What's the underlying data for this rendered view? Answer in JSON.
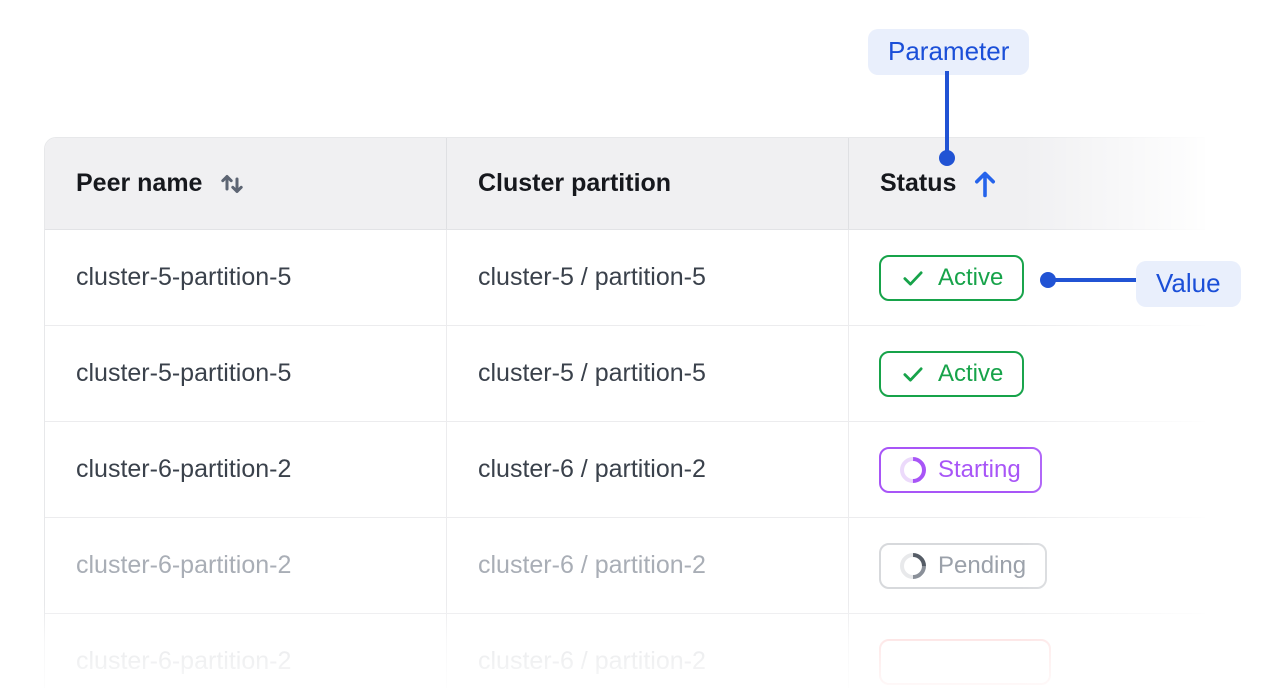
{
  "annotations": {
    "parameter_label": "Parameter",
    "value_label": "Value",
    "accent_color": "#2153d4",
    "pill_bg": "#e9effc",
    "pill_text_color": "#1b4fd8"
  },
  "table": {
    "columns": [
      {
        "label": "Peer name",
        "sortable": true,
        "sort_state": "none"
      },
      {
        "label": "Cluster partition",
        "sortable": false
      },
      {
        "label": "Status",
        "sortable": true,
        "sort_state": "ascending"
      }
    ],
    "rows": [
      {
        "peer_name": "cluster-5-partition-5",
        "cluster_partition": "cluster-5 / partition-5",
        "status": "Active",
        "status_kind": "active"
      },
      {
        "peer_name": "cluster-5-partition-5",
        "cluster_partition": "cluster-5 / partition-5",
        "status": "Active",
        "status_kind": "active"
      },
      {
        "peer_name": "cluster-6-partition-2",
        "cluster_partition": "cluster-6 / partition-2",
        "status": "Starting",
        "status_kind": "starting"
      },
      {
        "peer_name": "cluster-6-partition-2",
        "cluster_partition": "cluster-6 / partition-2",
        "status": "Pending",
        "status_kind": "pending"
      },
      {
        "peer_name": "cluster-6-partition-2",
        "cluster_partition": "cluster-6 / partition-2",
        "status": "",
        "status_kind": "error"
      }
    ],
    "status_colors": {
      "active": "#17a34a",
      "starting": "#a855f7",
      "pending": "#9ba1aa",
      "error": "#fbc0c0"
    }
  }
}
